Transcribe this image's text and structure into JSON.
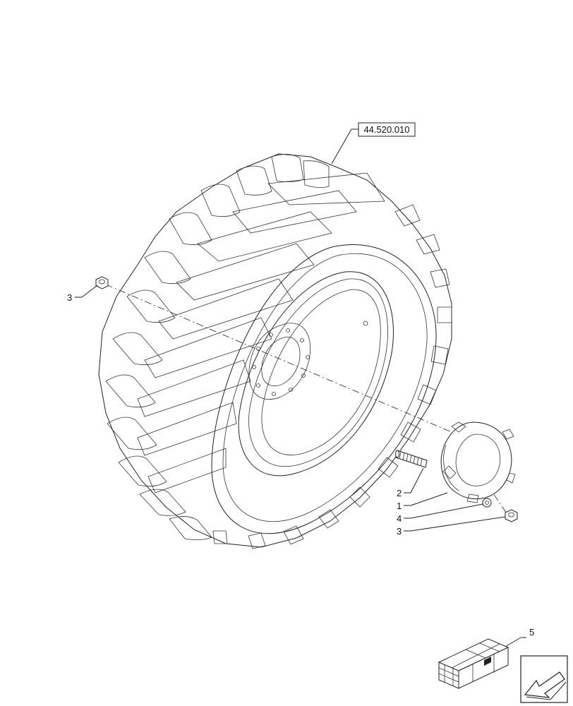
{
  "reference_box": {
    "text": "44.520.010"
  },
  "callouts": [
    {
      "id": "callout-3-nut-left",
      "text": "3"
    },
    {
      "id": "callout-2-stud",
      "text": "2"
    },
    {
      "id": "callout-1-weight",
      "text": "1"
    },
    {
      "id": "callout-4-washer",
      "text": "4"
    },
    {
      "id": "callout-3-nut-right",
      "text": "3"
    },
    {
      "id": "callout-5-kit-box",
      "text": "5"
    }
  ],
  "icons": {
    "kit_box": "crate-kit-icon",
    "view_direction": "view-direction-arrow-icon"
  }
}
